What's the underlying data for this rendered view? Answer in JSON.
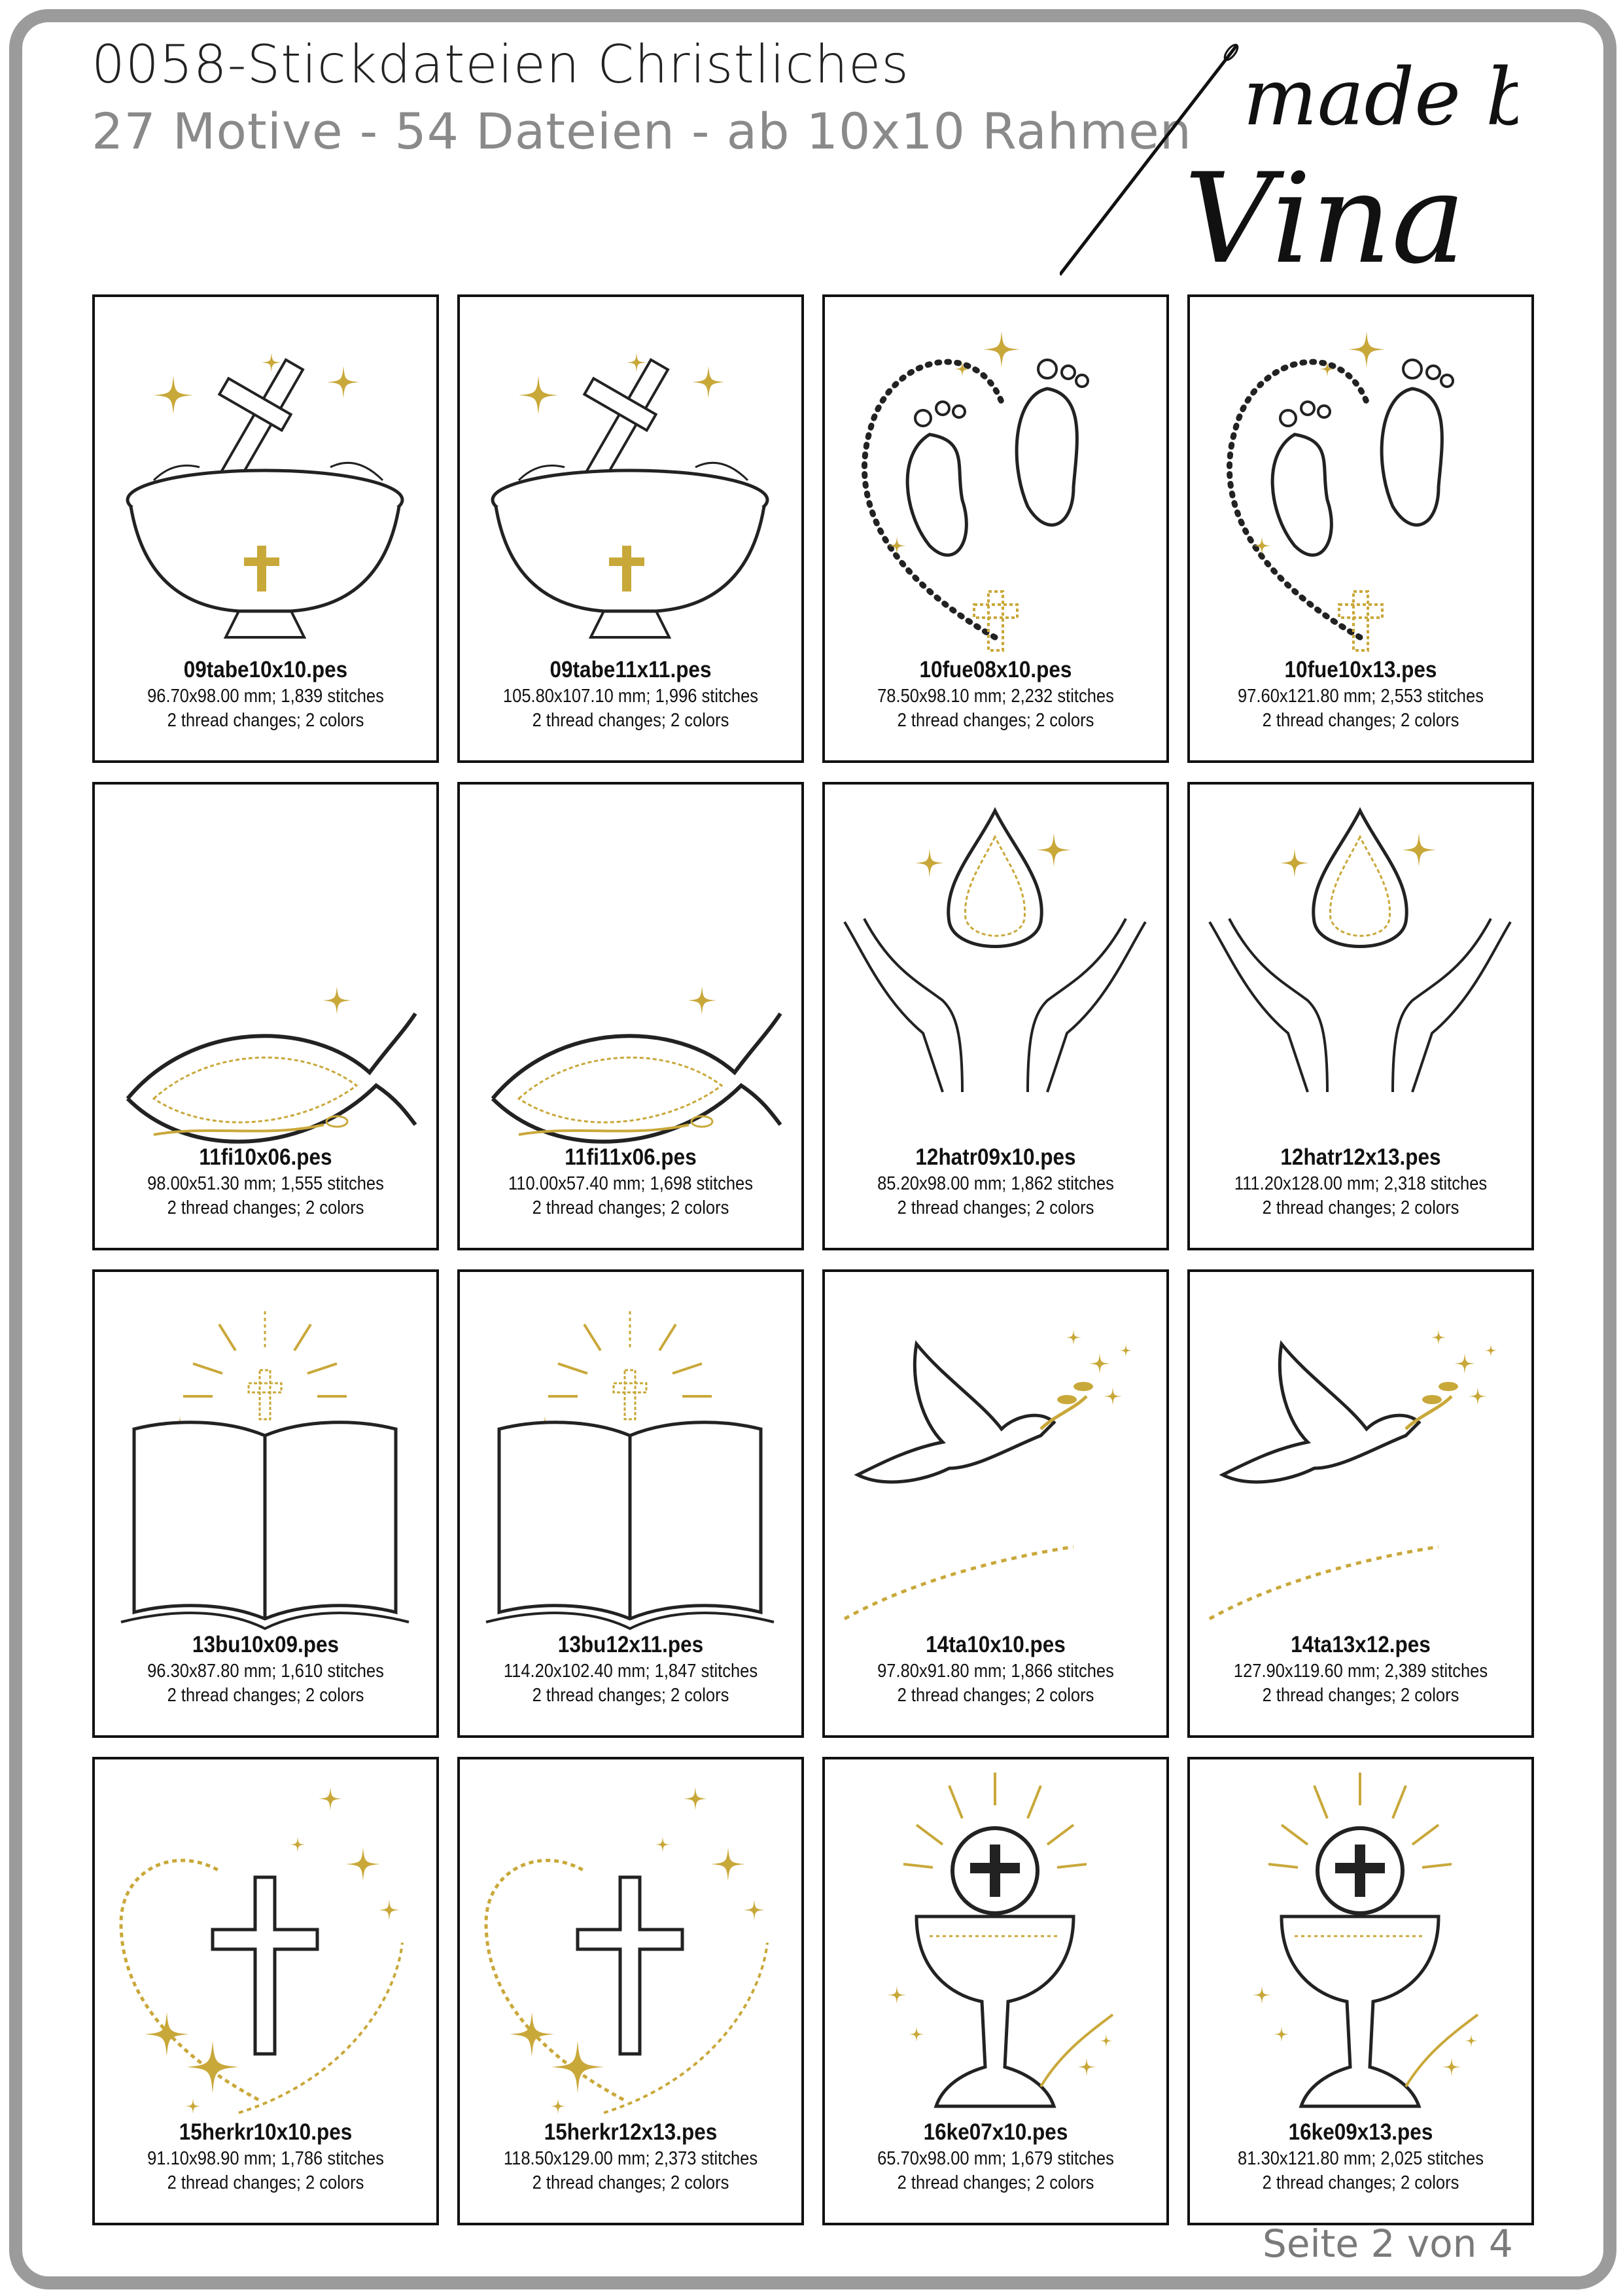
{
  "header": {
    "title": "0058-Stickdateien Christliches",
    "subtitle": "27 Motive - 54 Dateien - ab 10x10 Rahmen",
    "logo_text": "made by Vina"
  },
  "colors": {
    "gold": "#c9a83a",
    "line": "#222222",
    "frame": "#9b9b9b"
  },
  "designs": [
    {
      "motif": "baptismal-font",
      "file": "09tabe10x10.pes",
      "size": "96.70x98.00 mm; 1,839 stitches",
      "info": "2 thread changes; 2 colors"
    },
    {
      "motif": "baptismal-font",
      "file": "09tabe11x11.pes",
      "size": "105.80x107.10 mm; 1,996 stitches",
      "info": "2 thread changes; 2 colors"
    },
    {
      "motif": "baby-feet",
      "file": "10fue08x10.pes",
      "size": "78.50x98.10 mm; 2,232 stitches",
      "info": "2 thread changes; 2 colors"
    },
    {
      "motif": "baby-feet",
      "file": "10fue10x13.pes",
      "size": "97.60x121.80 mm; 2,553 stitches",
      "info": "2 thread changes; 2 colors"
    },
    {
      "motif": "fish",
      "file": "11fi10x06.pes",
      "size": "98.00x51.30 mm; 1,555 stitches",
      "info": "2 thread changes; 2 colors"
    },
    {
      "motif": "fish",
      "file": "11fi11x06.pes",
      "size": "110.00x57.40 mm; 1,698 stitches",
      "info": "2 thread changes; 2 colors"
    },
    {
      "motif": "hands-drop",
      "file": "12hatr09x10.pes",
      "size": "85.20x98.00 mm; 1,862 stitches",
      "info": "2 thread changes; 2 colors"
    },
    {
      "motif": "hands-drop",
      "file": "12hatr12x13.pes",
      "size": "111.20x128.00 mm; 2,318 stitches",
      "info": "2 thread changes; 2 colors"
    },
    {
      "motif": "bible",
      "file": "13bu10x09.pes",
      "size": "96.30x87.80 mm; 1,610 stitches",
      "info": "2 thread changes; 2 colors"
    },
    {
      "motif": "bible",
      "file": "13bu12x11.pes",
      "size": "114.20x102.40 mm; 1,847 stitches",
      "info": "2 thread changes; 2 colors"
    },
    {
      "motif": "dove",
      "file": "14ta10x10.pes",
      "size": "97.80x91.80 mm; 1,866 stitches",
      "info": "2 thread changes; 2 colors"
    },
    {
      "motif": "dove",
      "file": "14ta13x12.pes",
      "size": "127.90x119.60 mm; 2,389 stitches",
      "info": "2 thread changes; 2 colors"
    },
    {
      "motif": "heart-cross",
      "file": "15herkr10x10.pes",
      "size": "91.10x98.90 mm; 1,786 stitches",
      "info": "2 thread changes; 2 colors"
    },
    {
      "motif": "heart-cross",
      "file": "15herkr12x13.pes",
      "size": "118.50x129.00 mm; 2,373 stitches",
      "info": "2 thread changes; 2 colors"
    },
    {
      "motif": "chalice",
      "file": "16ke07x10.pes",
      "size": "65.70x98.00 mm; 1,679 stitches",
      "info": "2 thread changes; 2 colors"
    },
    {
      "motif": "chalice",
      "file": "16ke09x13.pes",
      "size": "81.30x121.80 mm; 2,025 stitches",
      "info": "2 thread changes; 2 colors"
    }
  ],
  "footer": {
    "page": "Seite 2 von 4"
  }
}
